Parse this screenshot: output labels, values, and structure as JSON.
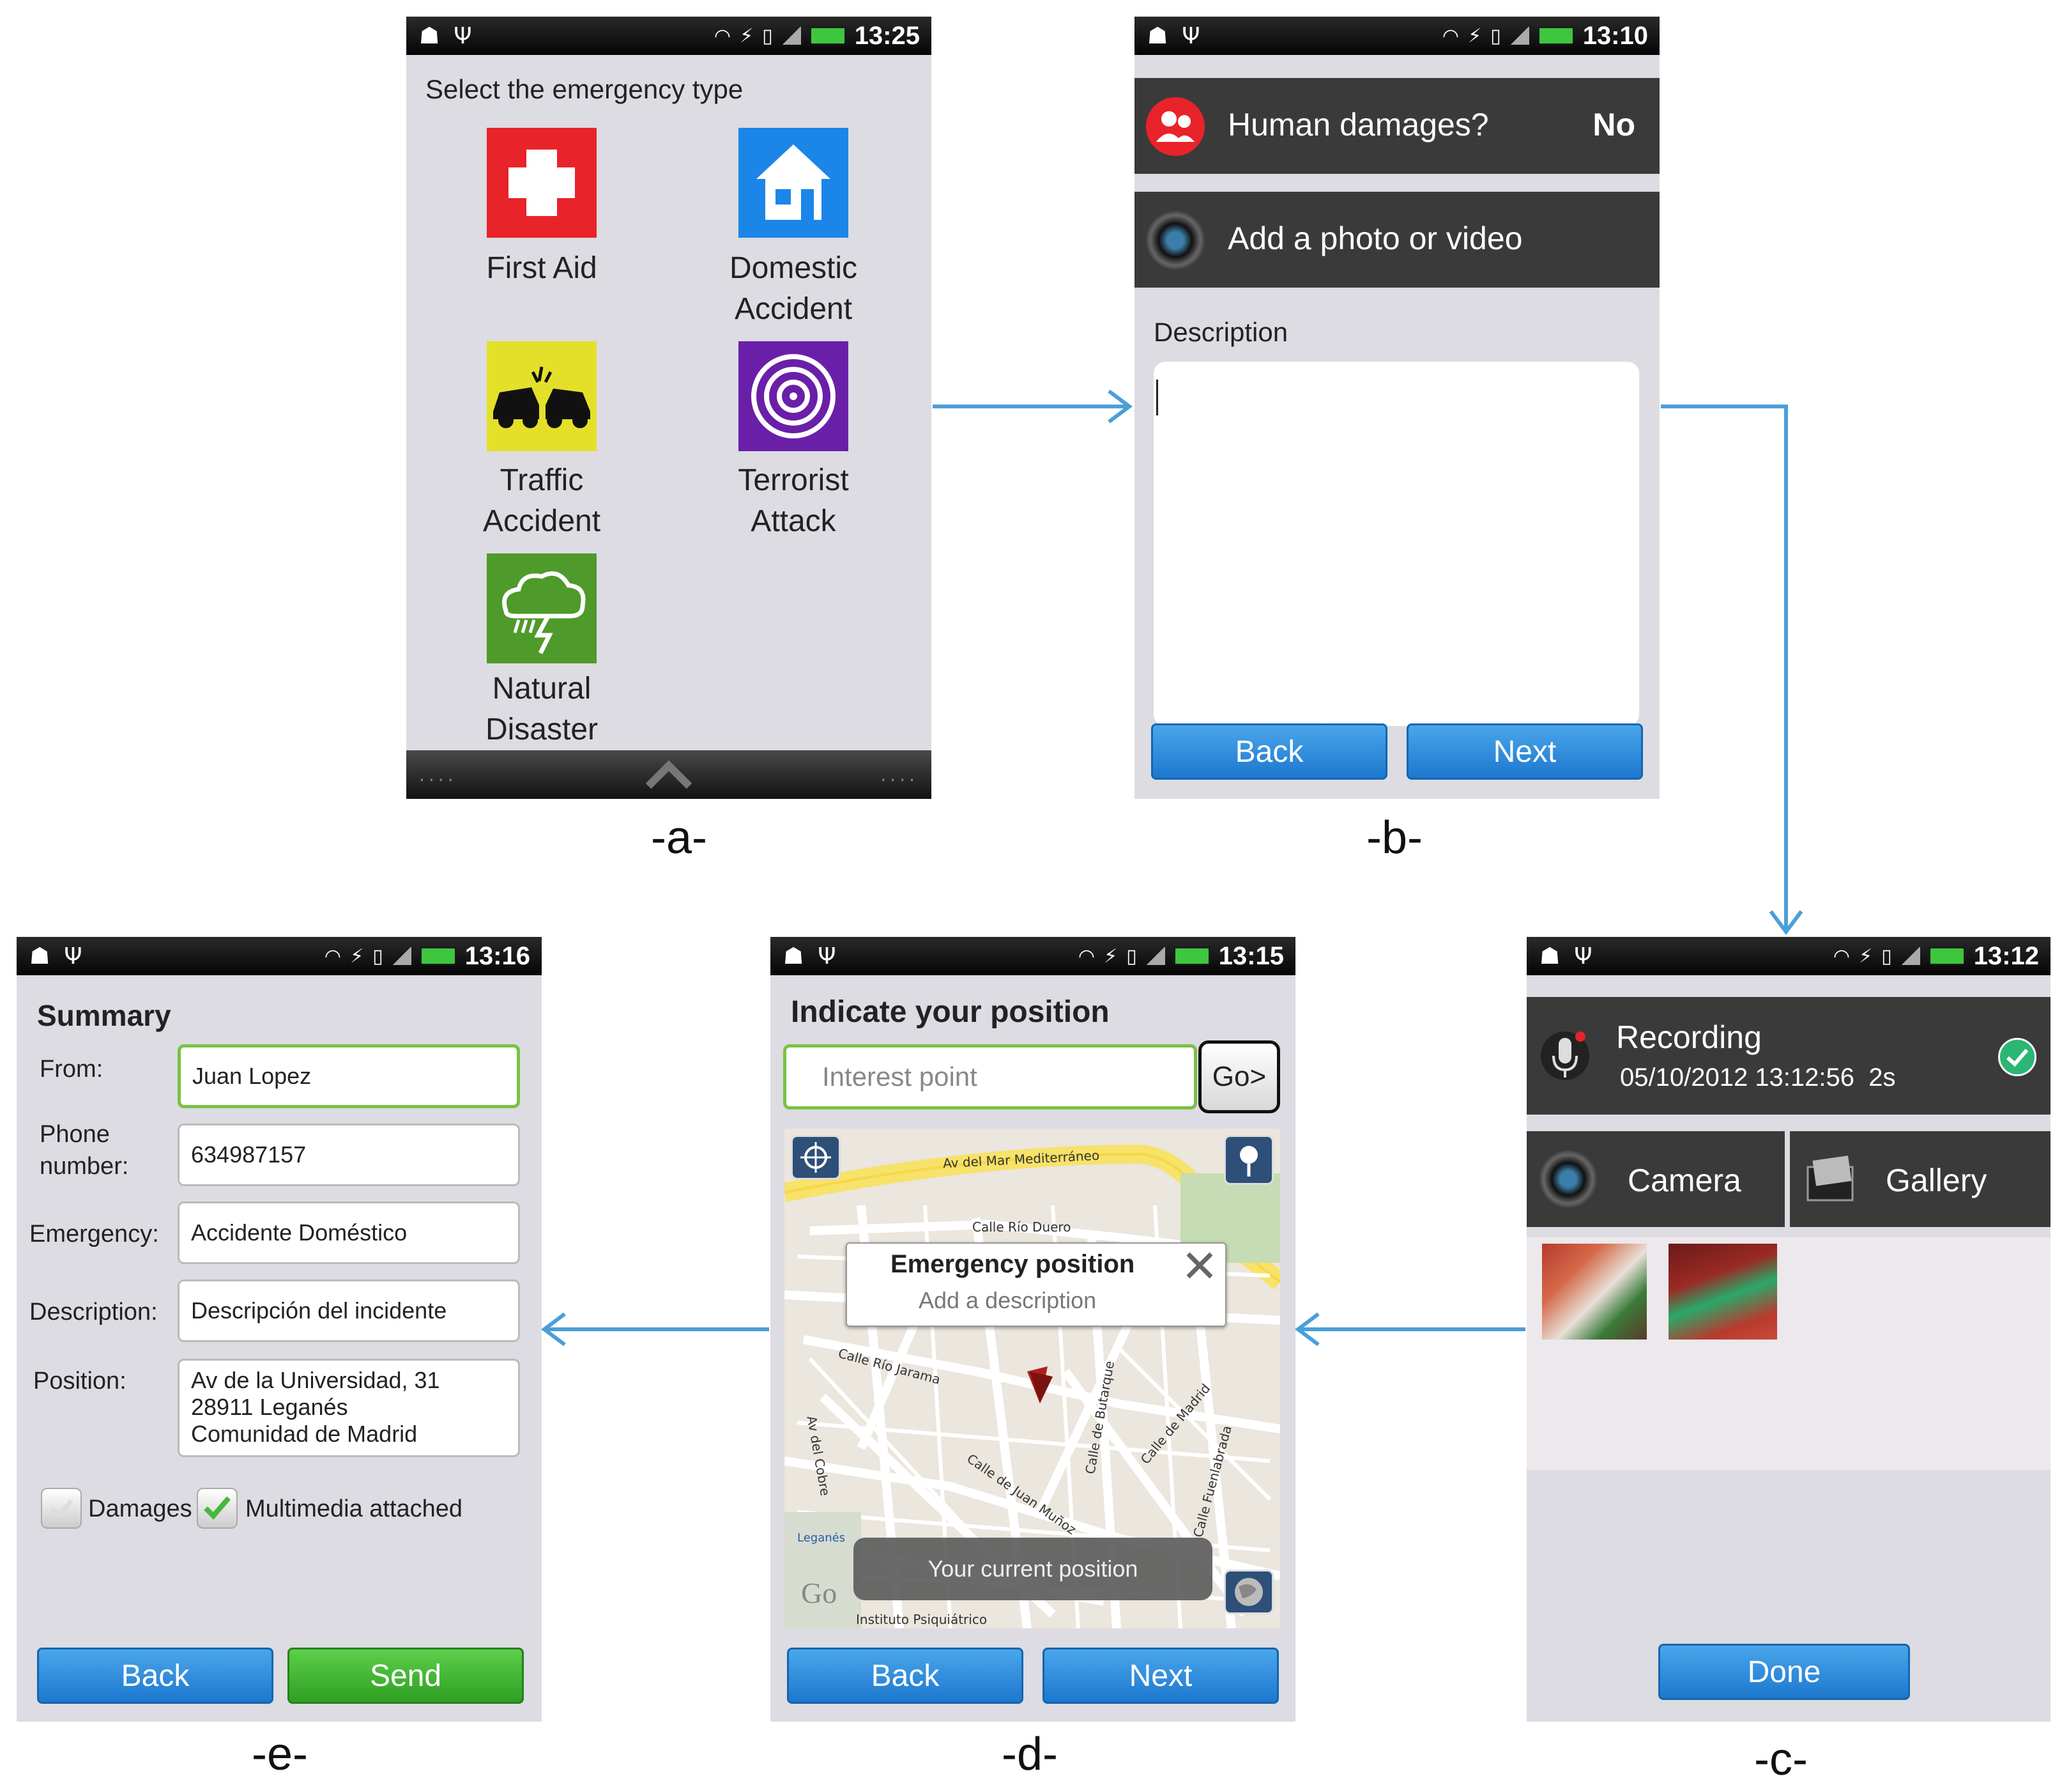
{
  "captions": {
    "a": "-a-",
    "b": "-b-",
    "c": "-c-",
    "d": "-d-",
    "e": "-e-"
  },
  "screen_a": {
    "time": "13:25",
    "header": "Select the emergency type",
    "types": [
      {
        "label_line1": "First Aid",
        "label_line2": "",
        "icon": "first-aid-icon",
        "color": "#e8232a"
      },
      {
        "label_line1": "Domestic",
        "label_line2": "Accident",
        "icon": "house-icon",
        "color": "#1b86e8"
      },
      {
        "label_line1": "Traffic",
        "label_line2": "Accident",
        "icon": "car-crash-icon",
        "color": "#e4e02a"
      },
      {
        "label_line1": "Terrorist",
        "label_line2": "Attack",
        "icon": "target-icon",
        "color": "#6a1fa8"
      },
      {
        "label_line1": "Natural",
        "label_line2": "Disaster",
        "icon": "storm-cloud-icon",
        "color": "#4e9a2a"
      }
    ]
  },
  "screen_b": {
    "time": "13:10",
    "human_damages_label": "Human damages?",
    "human_damages_value": "No",
    "add_media_label": "Add a photo or video",
    "description_label": "Description",
    "back_label": "Back",
    "next_label": "Next"
  },
  "screen_c": {
    "time": "13:12",
    "recording_title": "Recording",
    "recording_meta": "05/10/2012 13:12:56  2s",
    "camera_label": "Camera",
    "gallery_label": "Gallery",
    "done_label": "Done"
  },
  "screen_d": {
    "time": "13:15",
    "title": "Indicate your position",
    "search_placeholder": "Interest point",
    "go_label": "Go>",
    "popup_title": "Emergency position",
    "popup_subtitle": "Add a description",
    "current_position_label": "Your current position",
    "streets": [
      "Av del Mar Mediterráneo",
      "Calle Río Duero",
      "Calle Río Jarama",
      "Calle de Butarque",
      "Calle de Madrid",
      "Calle de Juan Muñoz",
      "Calle Fuenlabrada",
      "Av del Cobre",
      "Leganés",
      "Instituto Psiquiátrico",
      "Go"
    ],
    "back_label": "Back",
    "next_label": "Next"
  },
  "screen_e": {
    "time": "13:16",
    "title": "Summary",
    "fields": {
      "from_label": "From:",
      "from_value": "Juan Lopez",
      "phone_label_line1": "Phone",
      "phone_label_line2": "number:",
      "phone_value": "634987157",
      "emergency_label": "Emergency:",
      "emergency_value": "Accidente Doméstico",
      "description_label": "Description:",
      "description_value": "Descripción del incidente",
      "position_label": "Position:",
      "position_line1": "Av de la Universidad, 31",
      "position_line2": "28911 Leganés",
      "position_line3": "Comunidad de Madrid"
    },
    "damages_label": "Damages",
    "multimedia_label": "Multimedia attached",
    "back_label": "Back",
    "send_label": "Send"
  },
  "colors": {
    "arrow": "#4a9fd8",
    "button_blue": "#1d78cf",
    "button_green": "#2f9f22",
    "focus_green": "#7ac143"
  }
}
